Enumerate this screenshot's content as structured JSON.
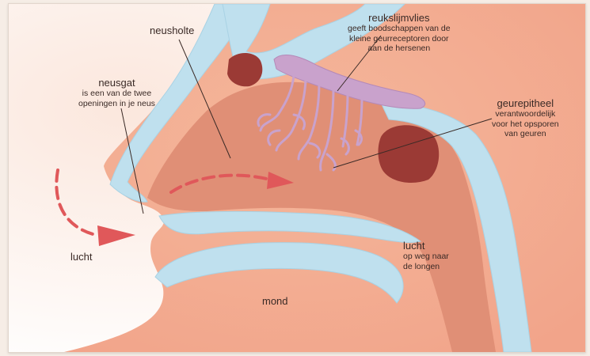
{
  "labels": {
    "neusholte": {
      "title": "neusholte"
    },
    "neusgat": {
      "title": "neusgat",
      "line1": "is een van de twee",
      "line2": "openingen in je neus"
    },
    "reukslijmvlies": {
      "title": "reukslijmvlies",
      "line1": "geeft boodschappen van de",
      "line2": "kleine geurreceptoren door",
      "line3": "aan de hersenen"
    },
    "geurepitheel": {
      "title": "geurepitheel",
      "line1": "verantwoordelijk",
      "line2": "voor het opsporen",
      "line3": "van geuren"
    },
    "lucht_in": {
      "title": "lucht"
    },
    "lucht_uit": {
      "title": "lucht",
      "line1": "op weg naar",
      "line2": "de longen"
    },
    "mond": {
      "title": "mond"
    }
  },
  "colors": {
    "tissue": "#f2a98d",
    "tissue_light": "#f7c9b4",
    "bone": "#bfe0ee",
    "cavity": "#d97865",
    "sinus": "#9b3a35",
    "mucosa": "#c9a2cc",
    "arrow": "#e0585a",
    "line": "#3a2a26"
  }
}
